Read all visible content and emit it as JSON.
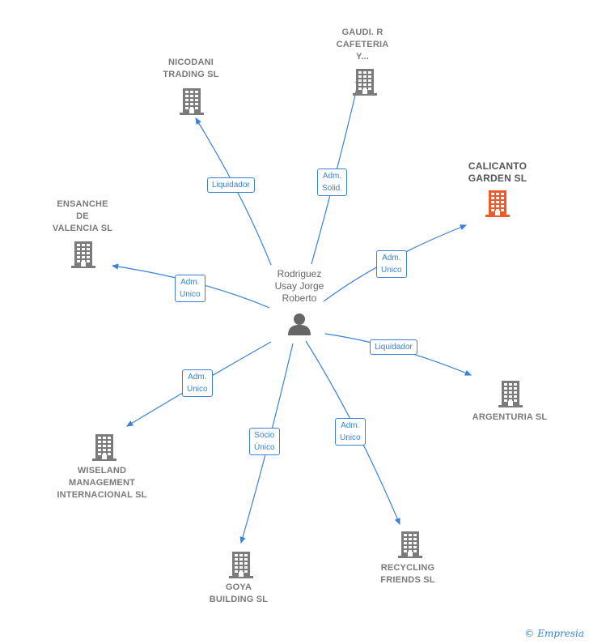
{
  "center": {
    "name": "Rodriguez\nUsay Jorge\nRoberto",
    "icon": "person-icon"
  },
  "companies": [
    {
      "id": "nicodani",
      "name": "NICODANI\nTRADING SL",
      "highlight": false
    },
    {
      "id": "gaudi",
      "name": "GAUDI. R\nCAFETERIA\nY...",
      "highlight": false
    },
    {
      "id": "calicanto",
      "name": "CALICANTO\nGARDEN  SL",
      "highlight": true
    },
    {
      "id": "ensanche",
      "name": "ENSANCHE\nDE\nVALENCIA  SL",
      "highlight": false
    },
    {
      "id": "argenturia",
      "name": "ARGENTURIA SL",
      "highlight": false
    },
    {
      "id": "wiseland",
      "name": "WISELAND\nMANAGEMENT\nINTERNACIONAL SL",
      "highlight": false
    },
    {
      "id": "goya",
      "name": "GOYA\nBUILDING  SL",
      "highlight": false
    },
    {
      "id": "recycling",
      "name": "RECYCLING\nFRIENDS  SL",
      "highlight": false
    }
  ],
  "edges": [
    {
      "to": "nicodani",
      "role": "Liquidador"
    },
    {
      "to": "gaudi",
      "role": "Adm.\nSolid."
    },
    {
      "to": "calicanto",
      "role": "Adm.\nUnico"
    },
    {
      "to": "ensanche",
      "role": "Adm.\nUnico"
    },
    {
      "to": "argenturia",
      "role": "Liquidador"
    },
    {
      "to": "wiseland",
      "role": "Adm.\nUnico"
    },
    {
      "to": "goya",
      "role": "Socio\nÚnico"
    },
    {
      "to": "recycling",
      "role": "Adm.\nUnico"
    }
  ],
  "colors": {
    "edge": "#3a82d8",
    "building": "#7b7b7b",
    "highlight": "#f0592a",
    "person": "#666666"
  },
  "footer": {
    "copyright": "©",
    "brand": "Empresia"
  }
}
